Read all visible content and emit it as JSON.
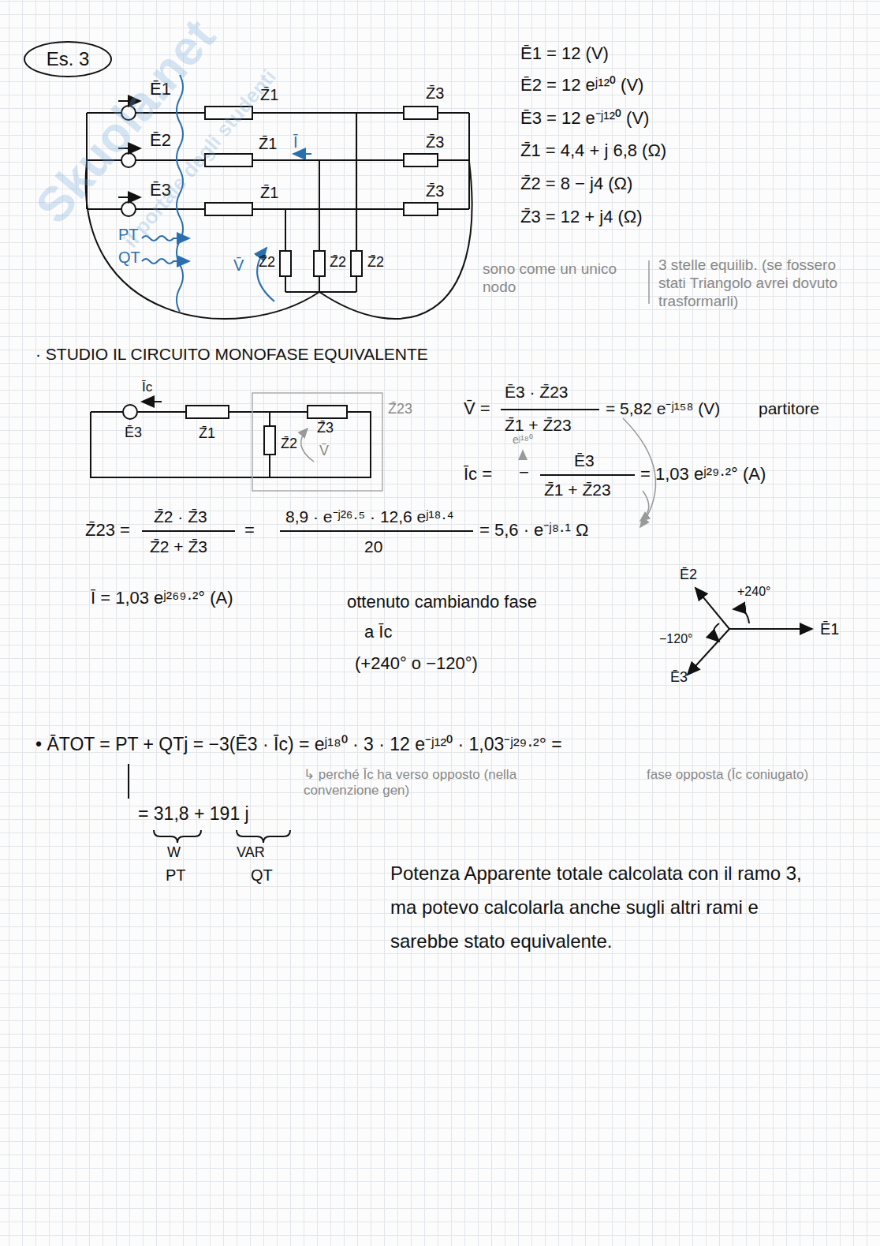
{
  "diagram": {
    "nodes": [
      {
        "text": [
          "Es. 3"
        ]
      }
    ],
    "labels": [
      "Ē1",
      "Z̄1",
      "Z̄3",
      "Ē2",
      "Z̄1",
      "Ī",
      "Z̄3",
      "Ē3",
      "Z̄1",
      "Z̄3",
      "PT",
      "QT",
      "V̄",
      "Z̄2",
      "Z̄2",
      "Z̄2",
      "Ē1 = 12 (V)",
      "Ē2 = 12 eʲ¹²⁰ (V)",
      "Ē3 = 12 e⁻ʲ¹²⁰ (V)",
      "Z̄1 = 4,4 + j 6,8 (Ω)",
      "Z̄2 = 8 − j4 (Ω)",
      "Z̄3 = 12 + j4 (Ω)",
      "sono come un unico nodo",
      "3 stelle equilib. (se fossero stati Triangolo avrei dovuto trasformarli)",
      "· STUDIO IL CIRCUITO MONOFASE EQUIVALENTE",
      "Īc",
      "Ē3",
      "Z̄1",
      "Z̄3",
      "Z̄2",
      "V̄",
      "Z̄23",
      "V̄ =",
      "Ē3 · Z̄23",
      "Z̄1 + Z̄23",
      "= 5,82 e⁻ʲ¹⁵⁸ (V)",
      "partitore",
      "Īc =",
      "eʲ¹⁸⁰",
      "−",
      "Ē3",
      "Z̄1 + Z̄23",
      "= 1,03 eʲ²⁹·²° (A)",
      "Z̄23 =",
      "Z̄2 · Z̄3",
      "Z̄2 + Z̄3",
      "=",
      "8,9 · e⁻ʲ²⁶·⁵ · 12,6 eʲ¹⁸·⁴",
      "20",
      "= 5,6 · e⁻ʲ⁸·¹ Ω",
      "Ī = 1,03 eʲ²⁶⁹·²° (A)",
      "ottenuto cambiando fase",
      "a Īc",
      "(+240° o −120°)",
      "Ē2",
      "+240°",
      "−120°",
      "Ē1",
      "Ē3",
      "• ĀTOT = PT + QTj = −3(Ē3 · Īc) = eʲ¹⁸⁰ · 3 · 12 e⁻ʲ¹²⁰ · 1,03⁻ʲ²⁹·²° =",
      "↳ perché Īc ha verso opposto (nella convenzione gen)",
      "fase opposta (Īc coniugato)",
      "= 31,8 + 191 j",
      "W",
      "VAR",
      "PT",
      "QT",
      "Potenza Apparente totale calcolata con il ramo 3, ma potevo calcolarla anche sugli altri rami e sarebbe stato equivalente.",
      "Skuola.net",
      "il portale degli studenti"
    ]
  }
}
